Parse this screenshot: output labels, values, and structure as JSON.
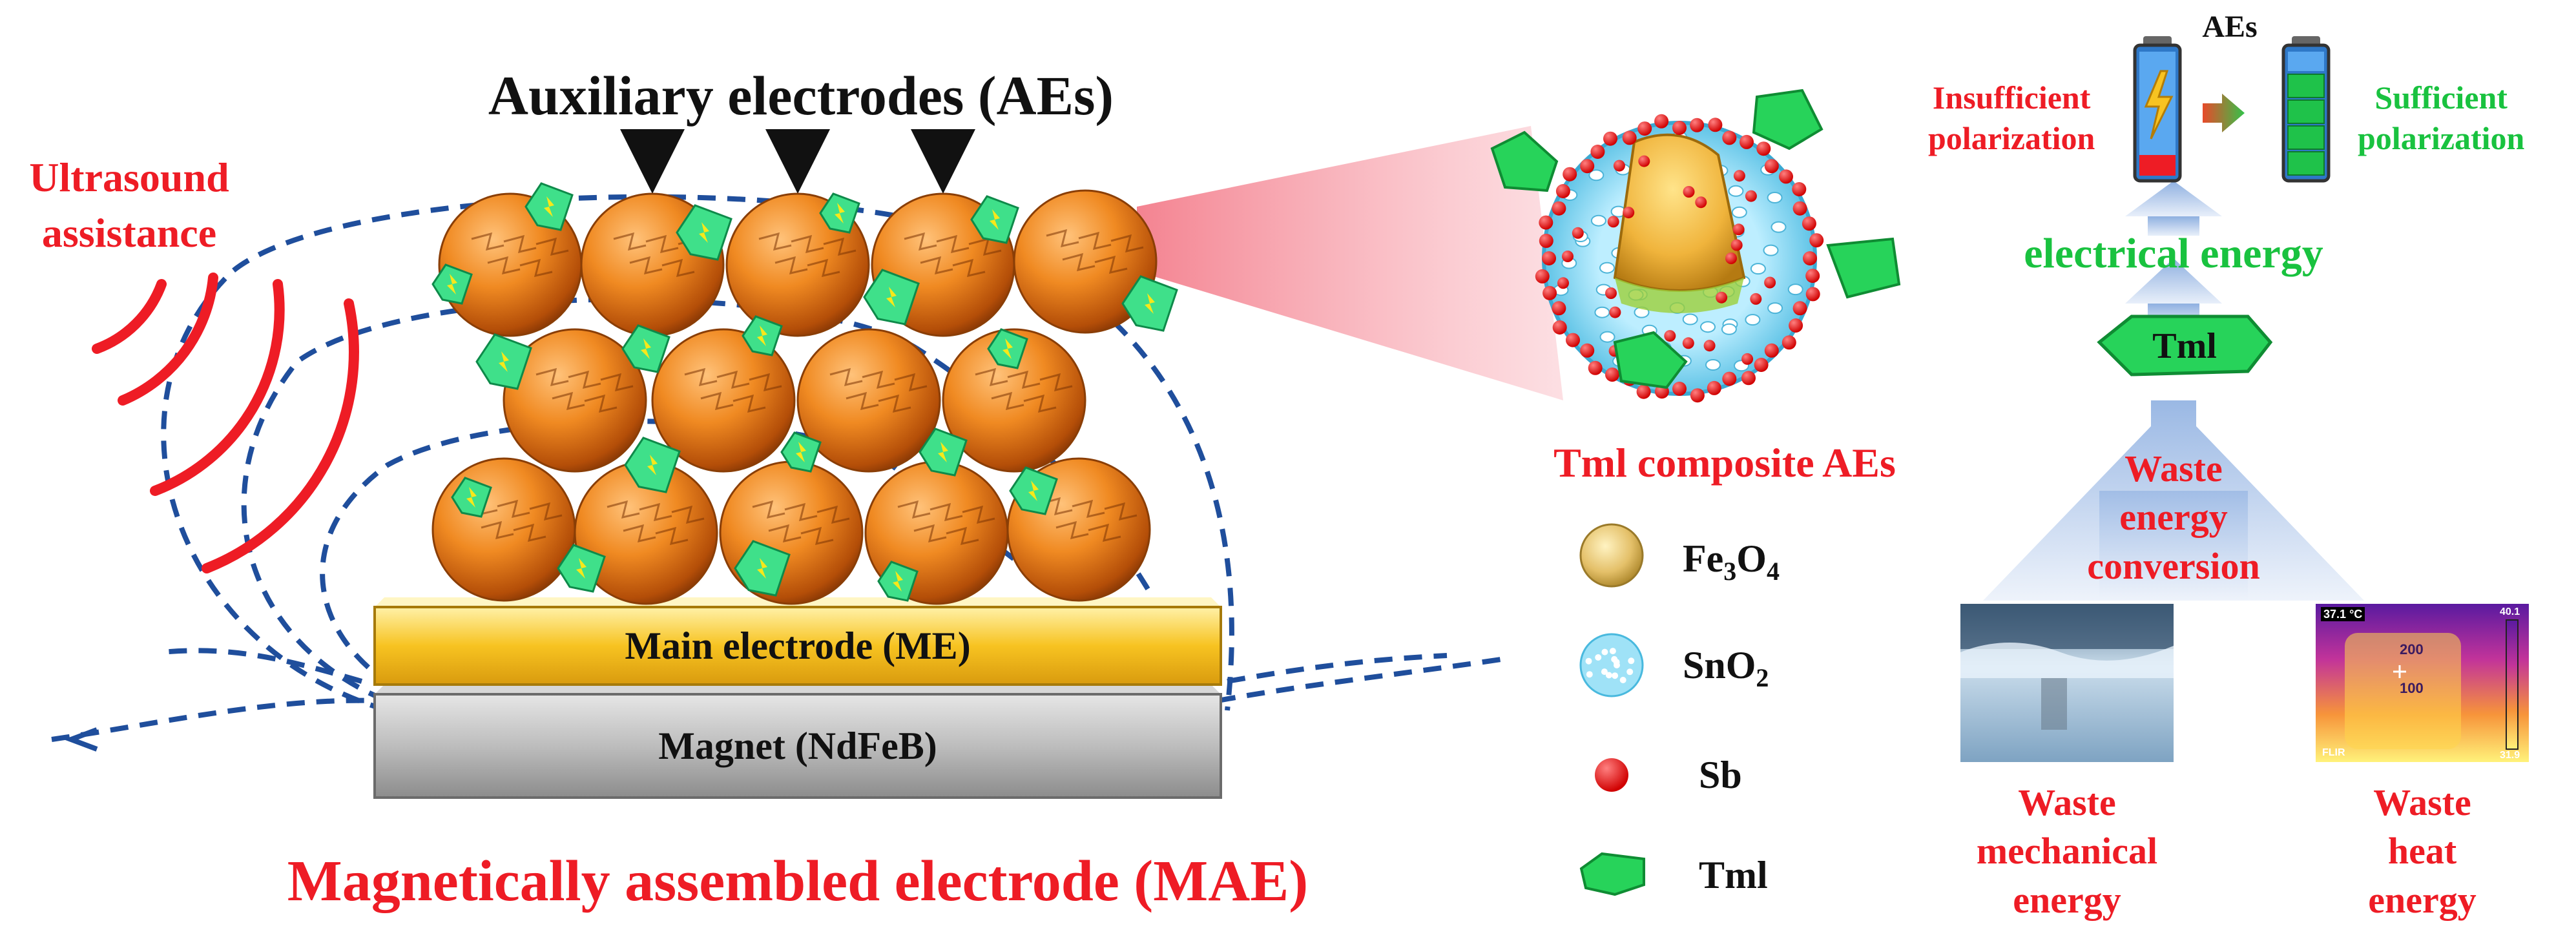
{
  "left": {
    "aes_label": "Auxiliary electrodes (AEs)",
    "ultrasound_label": "Ultrasound assistance",
    "ultrasound_line1": "Ultrasound",
    "ultrasound_line2": "assistance",
    "me_label": "Main electrode (ME)",
    "magnet_label": "Magnet (NdFeB)",
    "mae_label": "Magnetically assembled electrode (MAE)"
  },
  "middle": {
    "composite_title": "Tml composite AEs",
    "legend": [
      {
        "label": "Fe3O4",
        "base1": "Fe",
        "sub1": "3",
        "base2": "O",
        "sub2": "4",
        "icon": "fe3o4-particle-icon"
      },
      {
        "label": "SnO2",
        "base1": "SnO",
        "sub1": "2",
        "icon": "sno2-shell-icon"
      },
      {
        "label": "Sb",
        "icon": "sb-dot-icon"
      },
      {
        "label": "Tml",
        "icon": "tml-crystal-icon"
      }
    ]
  },
  "right": {
    "aes_top": "AEs",
    "insufficient": [
      "Insufficient",
      "polarization"
    ],
    "sufficient": [
      "Sufficient",
      "polarization"
    ],
    "electrical_energy": "electrical energy",
    "tml": "Tml",
    "waste_conversion": [
      "Waste",
      "energy",
      "conversion"
    ],
    "waste_mechanical": [
      "Waste",
      "mechanical",
      "energy"
    ],
    "waste_heat": [
      "Waste",
      "heat",
      "energy"
    ],
    "thermal_readouts": {
      "temp": "37.1",
      "unit": "°C",
      "max": "40.1",
      "min": "31.9",
      "ticks": [
        "200",
        "100"
      ],
      "brand": "FLIR"
    }
  },
  "colors": {
    "red": "#ee1c25",
    "green": "#19c23f",
    "orange": "#e07a1a",
    "gold": "#f7c321",
    "field": "#1f4e9c",
    "sno2": "#8fd8f0"
  }
}
